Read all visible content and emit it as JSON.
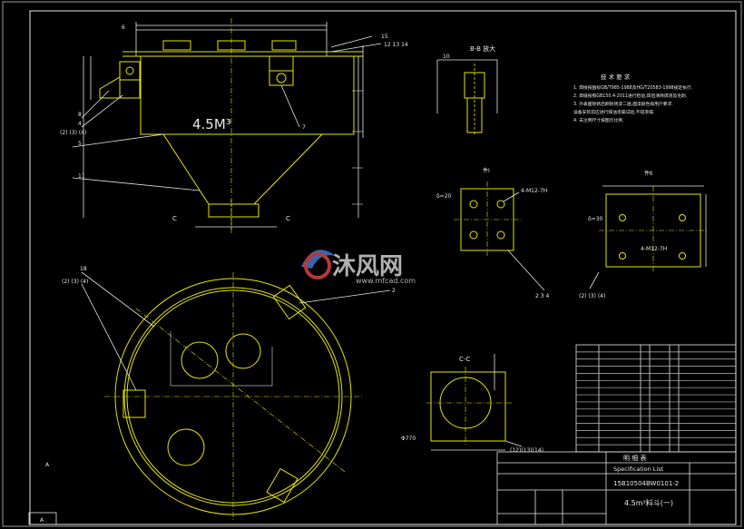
{
  "front_view": {
    "volume_label": "4.5M³",
    "section_marker_c_left": "C",
    "section_marker_c_right": "C",
    "part_refs": [
      "15",
      "12  13  14",
      "6",
      "8",
      "4",
      "(2) (3) (4)",
      "5",
      "7",
      "11"
    ]
  },
  "section_bb": {
    "title": "B-B 放大",
    "ref": "10"
  },
  "detail_1": {
    "title": "件Ⅰ",
    "hole_label": "4-M12-7H",
    "thickness_label": "δ=20",
    "refs": "2  3  4"
  },
  "detail_2": {
    "title": "件Ⅱ",
    "hole_label": "4-M12-7H",
    "thickness_label": "δ=30",
    "refs": "(2) (3) (4)"
  },
  "technical_requirements": {
    "title": "技 术 要 求",
    "lines": [
      "1. 焊接按国标GB/T985-1988及HG/T20583-1998规定执行.",
      "2. 焊缝按照GB150.4-2011进行检验,焊后清除焊渣及毛刺.",
      "3. 外表面除锈后刷防锈漆二遍,面漆颜色按用户要求.",
      "   设备安装前应进行煤油渗漏试验,不得渗漏.",
      "4. 未注明尺寸按图示比例."
    ]
  },
  "top_view": {
    "refs": [
      "18",
      "(2) (3) (4)",
      "2",
      "A"
    ]
  },
  "section_cc": {
    "title": "C-C",
    "refs": "(12)(13)(14)",
    "ref_b": "Φ770"
  },
  "title_block": {
    "bom_title": "明 细 表",
    "bom_subtitle": "Specification List",
    "drawing_no": "15B10504BW0101-2",
    "part_name": "4.5m³料斗(一)",
    "bottom_mark": "A"
  },
  "watermark": {
    "brand": "沐风网",
    "url": "www.mfcad.com"
  }
}
